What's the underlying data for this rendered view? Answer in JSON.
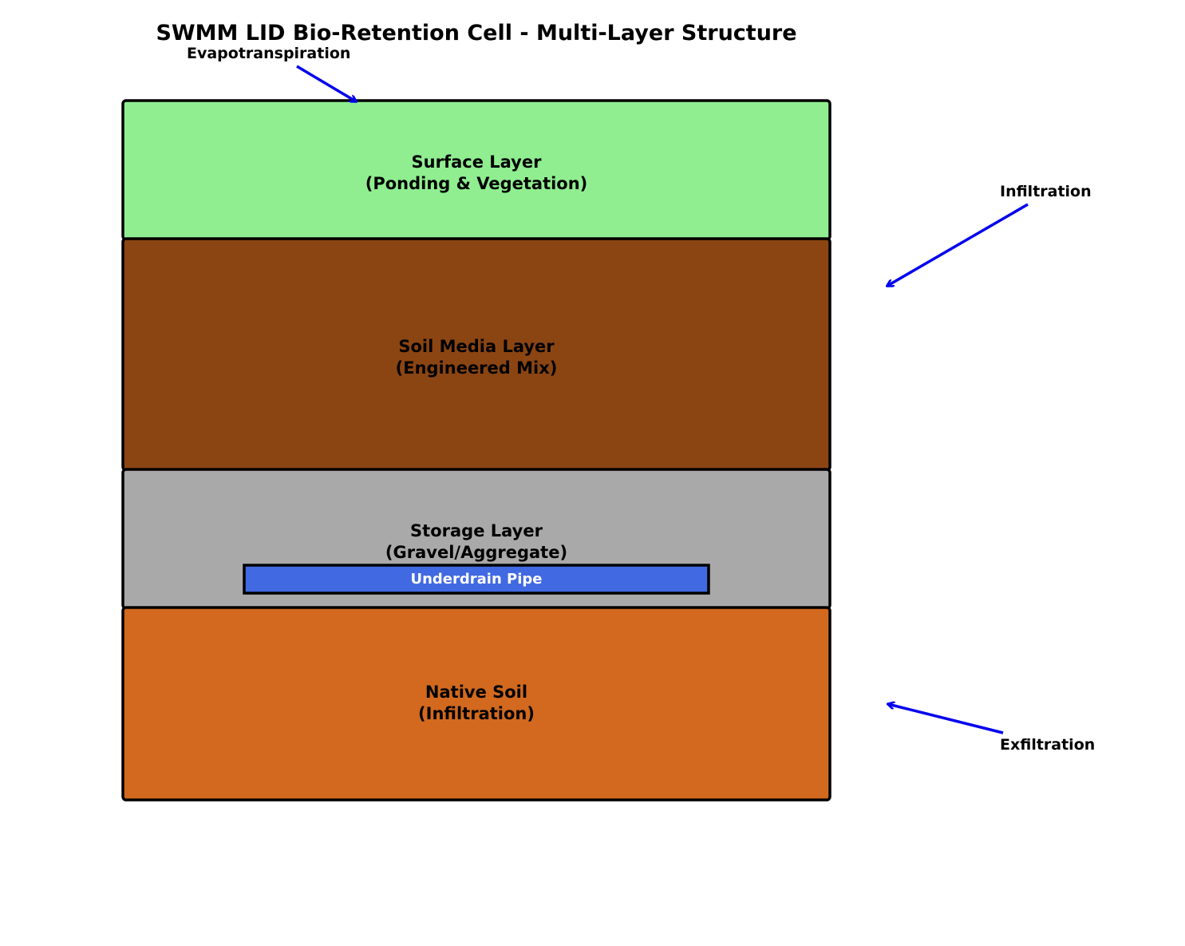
{
  "diagram": {
    "title": "SWMM LID Bio-Retention Cell - Multi-Layer Structure",
    "layers": [
      {
        "id": "surface",
        "line1": "Surface Layer",
        "line2": "(Ponding & Vegetation)",
        "color": "#90EE90"
      },
      {
        "id": "soil",
        "line1": "Soil Media Layer",
        "line2": "(Engineered Mix)",
        "color": "#8B4513"
      },
      {
        "id": "storage",
        "line1": "Storage Layer",
        "line2": "(Gravel/Aggregate)",
        "color": "#A9A9A9"
      },
      {
        "id": "native",
        "line1": "Native Soil",
        "line2": "(Infiltration)",
        "color": "#D2691E"
      }
    ],
    "underdrain": {
      "label": "Underdrain Pipe",
      "color": "#4169E1"
    },
    "flows": {
      "evapotranspiration": "Evapotranspiration",
      "infiltration": "Infiltration",
      "exfiltration": "Exfiltration"
    },
    "arrow_color": "#0000EE"
  }
}
